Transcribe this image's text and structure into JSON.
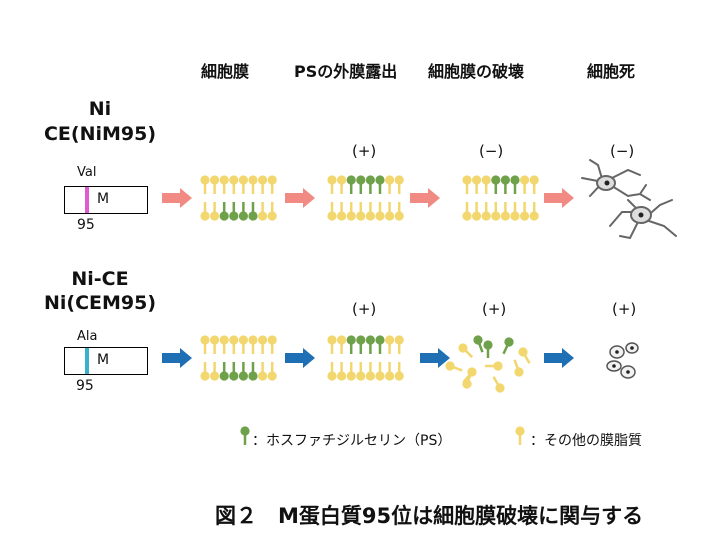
{
  "headers": {
    "membrane": "細胞膜",
    "ps_exposure": "PSの外膜露出",
    "membrane_destruction": "細胞膜の破壊",
    "cell_death": "細胞死"
  },
  "row1": {
    "strain_line1": "Ni",
    "strain_line2": "CE(NiM95)",
    "residue": "Val",
    "gene_label": "M",
    "position": "95",
    "signs": [
      "(+)",
      "(−)",
      "(−)"
    ],
    "marker_color": "#e05ad0",
    "arrow_color": "#f08a82"
  },
  "row2": {
    "strain_line1": "Ni-CE",
    "strain_line2": "Ni(CEM95)",
    "residue": "Ala",
    "gene_label": "M",
    "position": "95",
    "signs": [
      "(+)",
      "(+)",
      "(+)"
    ],
    "marker_color": "#3bb0cc",
    "arrow_color": "#1f6fb5"
  },
  "legend": {
    "ps_text": "：ホスファチジルセリン（PS）",
    "other_text": "：その他の膜脂質",
    "ps_color": "#6fa04a",
    "other_color": "#f2d66e"
  },
  "caption": "図２　M蛋白質95位は細胞膜破壊に関与する"
}
